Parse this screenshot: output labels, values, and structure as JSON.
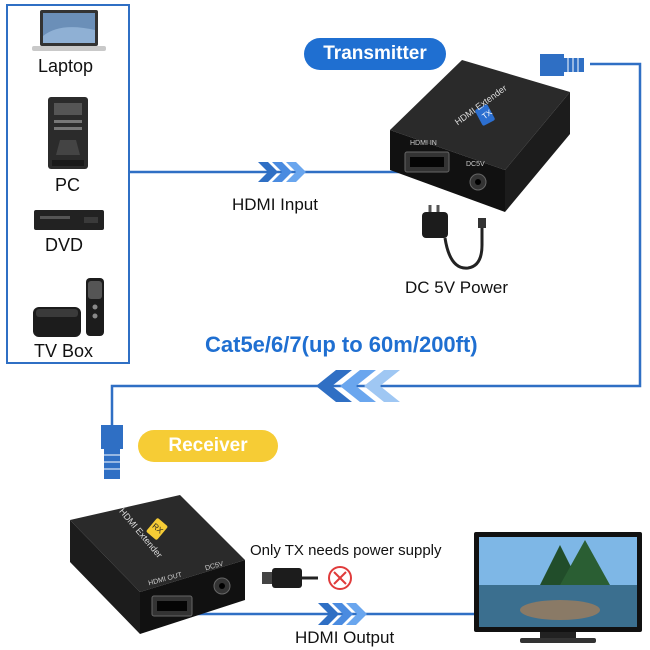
{
  "sources": {
    "laptop_label": "Laptop",
    "pc_label": "PC",
    "dvd_label": "DVD",
    "tvbox_label": "TV Box"
  },
  "transmitter": {
    "badge": "Transmitter",
    "device_title": "HDMI Extender",
    "device_tag": "TX",
    "port_hdmi": "HDMI IN",
    "port_dc": "DC5V"
  },
  "receiver": {
    "badge": "Receiver",
    "device_title": "HDMI Extender",
    "device_tag": "RX",
    "port_hdmi": "HDMI OUT",
    "port_dc": "DC5V"
  },
  "labels": {
    "hdmi_input": "HDMI Input",
    "dc_power": "DC 5V Power",
    "cable": "Cat5e/6/7(up to 60m/200ft)",
    "power_note": "Only TX needs power supply",
    "hdmi_output": "HDMI Output"
  },
  "colors": {
    "accent_blue": "#1f6fd1",
    "accent_yellow": "#f6cc35",
    "line_blue": "#2f6fc4"
  }
}
